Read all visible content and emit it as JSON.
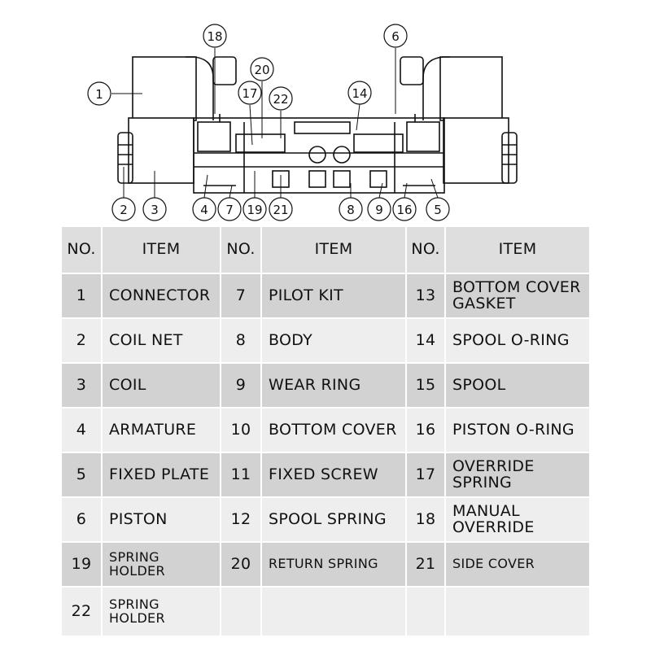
{
  "callouts": [
    "1",
    "2",
    "3",
    "4",
    "5",
    "6",
    "7",
    "8",
    "9",
    "14",
    "16",
    "17",
    "18",
    "19",
    "20",
    "21",
    "22"
  ],
  "table": {
    "header": {
      "no": "NO.",
      "item": "ITEM"
    },
    "rows": [
      [
        {
          "no": "1",
          "item": "CONNECTOR"
        },
        {
          "no": "7",
          "item": "PILOT KIT"
        },
        {
          "no": "13",
          "item": "BOTTOM COVER GASKET"
        }
      ],
      [
        {
          "no": "2",
          "item": "COIL NET"
        },
        {
          "no": "8",
          "item": "BODY"
        },
        {
          "no": "14",
          "item": "SPOOL O-RING"
        }
      ],
      [
        {
          "no": "3",
          "item": "COIL"
        },
        {
          "no": "9",
          "item": "WEAR RING"
        },
        {
          "no": "15",
          "item": "SPOOL"
        }
      ],
      [
        {
          "no": "4",
          "item": "ARMATURE"
        },
        {
          "no": "10",
          "item": "BOTTOM COVER"
        },
        {
          "no": "16",
          "item": "PISTON O-RING"
        }
      ],
      [
        {
          "no": "5",
          "item": "FIXED PLATE"
        },
        {
          "no": "11",
          "item": "FIXED SCREW"
        },
        {
          "no": "17",
          "item": "OVERRIDE SPRING"
        }
      ],
      [
        {
          "no": "6",
          "item": "PISTON"
        },
        {
          "no": "12",
          "item": "SPOOL SPRING"
        },
        {
          "no": "18",
          "item": "MANUAL OVERRIDE"
        }
      ],
      [
        {
          "no": "19",
          "item": "SPRING HOLDER"
        },
        {
          "no": "20",
          "item": "RETURN SPRING"
        },
        {
          "no": "21",
          "item": "SIDE COVER"
        }
      ],
      [
        {
          "no": "22",
          "item": "SPRING HOLDER"
        },
        {
          "no": "",
          "item": ""
        },
        {
          "no": "",
          "item": ""
        }
      ]
    ]
  }
}
